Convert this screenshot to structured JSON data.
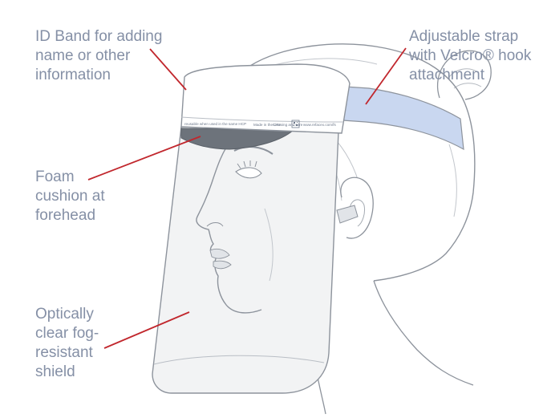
{
  "labels": {
    "id_band": [
      "ID Band for adding",
      "name or other",
      "information"
    ],
    "strap": [
      "Adjustable strap",
      "with Velcro® hook",
      "attachment"
    ],
    "foam": [
      "Foam",
      "cushion at",
      "forehead"
    ],
    "shield": [
      "Optically",
      "clear fog-",
      "resistant",
      "shield"
    ]
  },
  "band_print": {
    "text_1": "reusable when used in the same HCP",
    "text_2": "Made in the USA",
    "text_3": "Cleaning and care",
    "text_4": "www.refacex.com/fs"
  },
  "colors": {
    "label_text": "#8590a6",
    "leader_line": "#c1272d",
    "outline": "#8d939c",
    "strap_fill": "#c9d7f0",
    "foam_fill": "#6d737b",
    "shield_fill": "#f2f3f4"
  }
}
